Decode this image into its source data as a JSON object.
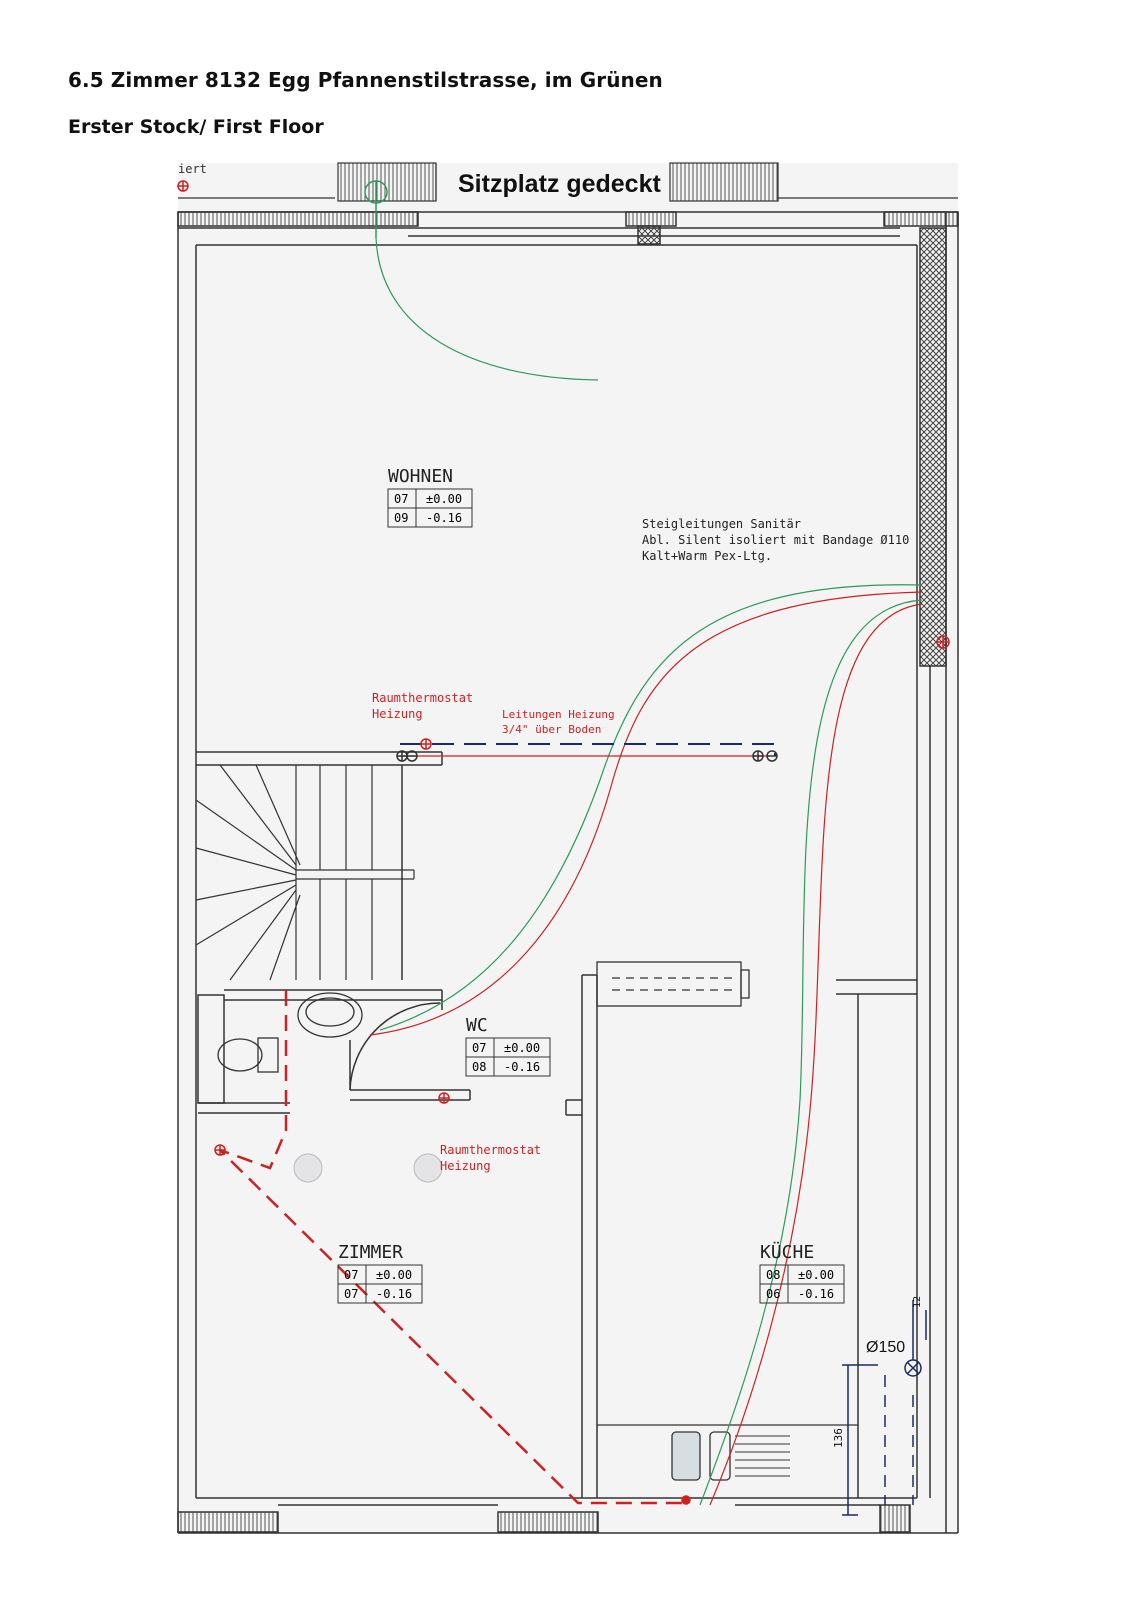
{
  "document": {
    "title": "6.5 Zimmer 8132 Egg Pfannenstilstrasse, im Grünen",
    "subtitle": "Erster Stock/ First Floor"
  },
  "plan": {
    "top_label": "Sitzplatz gedeckt",
    "corner_fragment": "iert",
    "rooms": [
      {
        "name": "WOHNEN",
        "row1": [
          "07",
          "±0.00"
        ],
        "row2": [
          "09",
          "-0.16"
        ]
      },
      {
        "name": "WC",
        "row1": [
          "07",
          "±0.00"
        ],
        "row2": [
          "08",
          "-0.16"
        ]
      },
      {
        "name": "ZIMMER",
        "row1": [
          "07",
          "±0.00"
        ],
        "row2": [
          "07",
          "-0.16"
        ]
      },
      {
        "name": "KÜCHE",
        "row1": [
          "08",
          "±0.00"
        ],
        "row2": [
          "06",
          "-0.16"
        ]
      }
    ],
    "notes": {
      "steig_line1": "Steigleitungen Sanitär",
      "steig_line2": "Abl. Silent isoliert mit Bandage Ø110",
      "steig_line3": "Kalt+Warm Pex-Ltg.",
      "thermostat1_line1": "Raumthermostat",
      "thermostat1_line2": "Heizung",
      "leitungen_line1": "Leitungen Heizung",
      "leitungen_line2": "3/4\" über Boden",
      "thermostat2_line1": "Raumthermostat",
      "thermostat2_line2": "Heizung"
    },
    "dimensions": {
      "diameter": "Ø150",
      "dim_136": "136",
      "dim_12": "12"
    },
    "colors": {
      "wall": "#333333",
      "heating_red": "#cc2222",
      "pipe_green": "#2e9a5a",
      "dark_blue": "#1a2a6a",
      "hatch": "#555555"
    }
  }
}
